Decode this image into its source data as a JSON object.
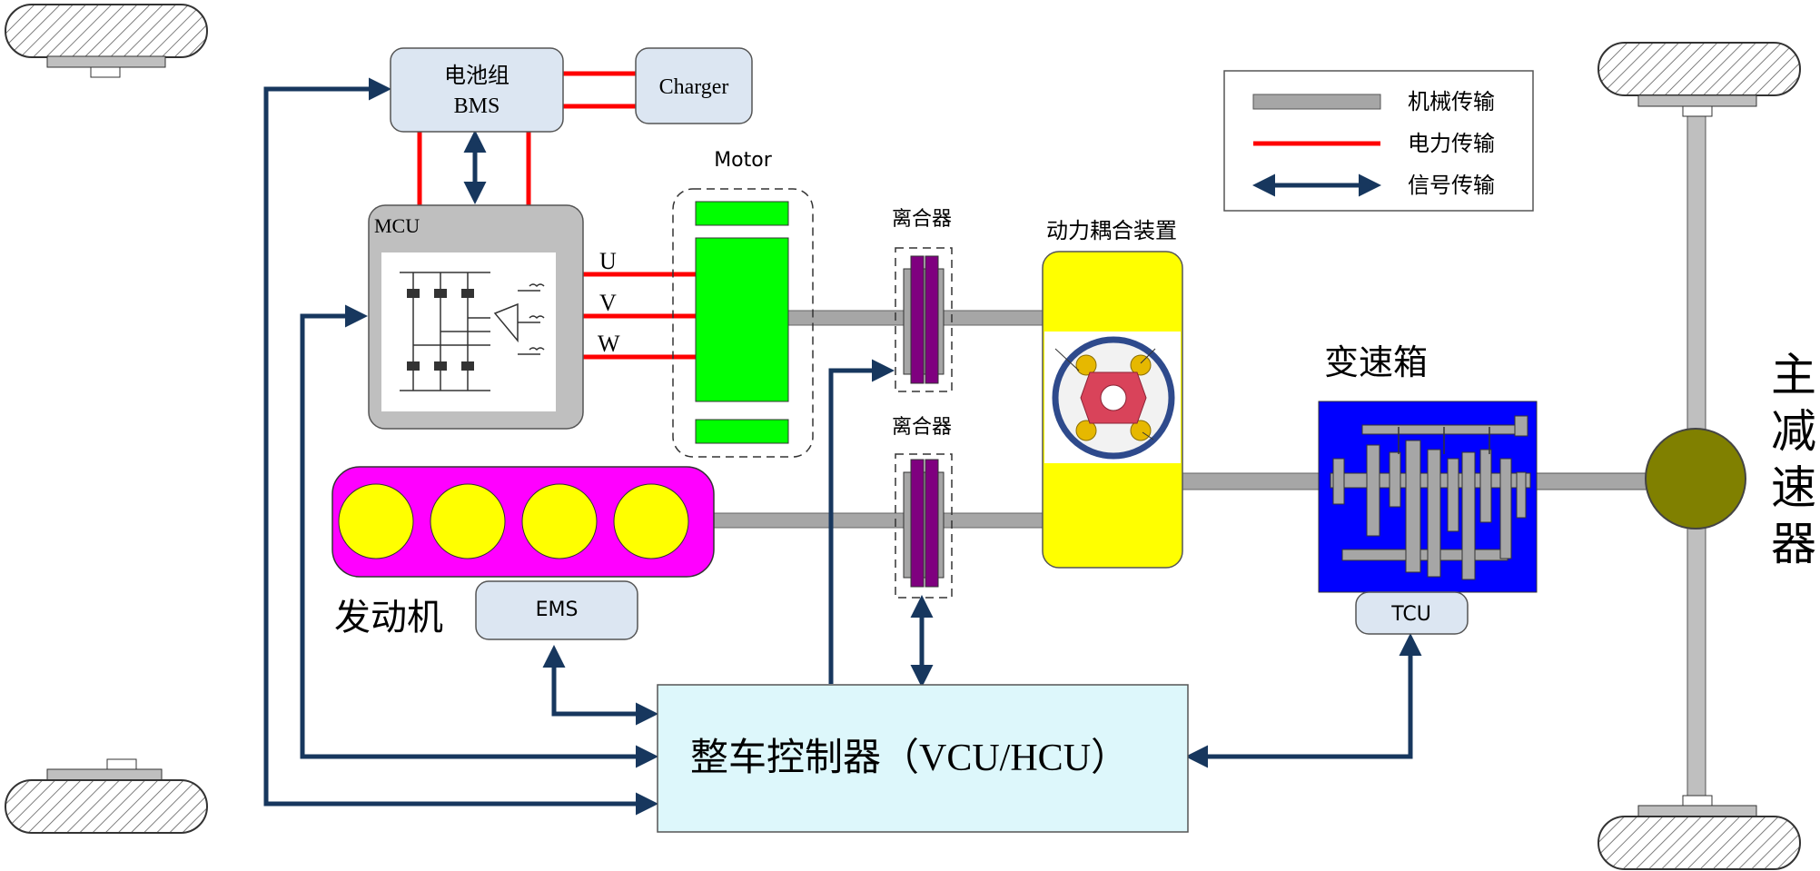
{
  "labels": {
    "battery_line1": "电池组",
    "battery_line2": "BMS",
    "charger": "Charger",
    "mcu": "MCU",
    "motor": "Motor",
    "phase_u": "U",
    "phase_v": "V",
    "phase_w": "W",
    "clutch_top": "离合器",
    "clutch_bottom": "离合器",
    "coupler": "动力耦合装置",
    "gearbox": "变速箱",
    "final_drive": [
      "主",
      "减",
      "速",
      "器"
    ],
    "engine": "发动机",
    "ems": "EMS",
    "tcu": "TCU",
    "vcu": "整车控制器（VCU/HCU）"
  },
  "legend": {
    "mechanical": "机械传输",
    "electrical": "电力传输",
    "signal": "信号传输"
  },
  "colors": {
    "signal": "#17375e",
    "power": "#ff0000",
    "shaft": "#a6a6a6",
    "motor_green": "#00ff00",
    "engine_magenta": "#ff00ff",
    "cylinder_yellow": "#ffff00",
    "coupler_yellow": "#ffff00",
    "clutch_purple": "#7f007f",
    "gearbox_blue": "#0000ff",
    "final_drive_olive": "#808000",
    "box_fill": "#dce6f2",
    "vcu_fill": "#ddf7fb",
    "mcu_fill": "#bfbfbf"
  }
}
